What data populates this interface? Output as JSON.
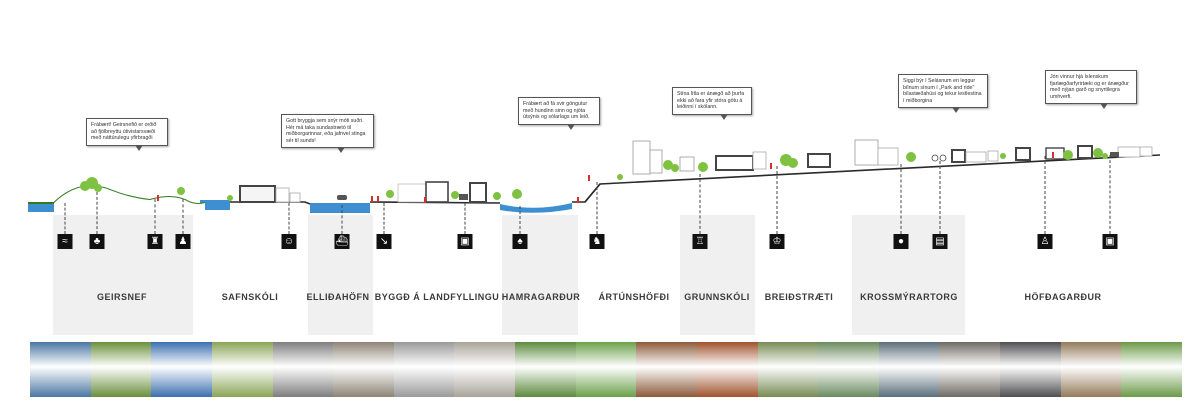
{
  "zones": [
    {
      "name": "GEIRSNEF"
    },
    {
      "name": "SAFNSKÓLI"
    },
    {
      "name": "ELLIÐAHÖFN"
    },
    {
      "name": "BYGGÐ Á  LANDFYLLINGU"
    },
    {
      "name": "HAMRAGARÐUR"
    },
    {
      "name": "ÁRTÚNSHÖFÐI"
    },
    {
      "name": "GRUNNSKÓLI"
    },
    {
      "name": "BREIÐSTRÆTI"
    },
    {
      "name": "KROSSMÝRARTORG"
    },
    {
      "name": "HÖFÐAGARÐUR"
    }
  ],
  "callouts": [
    {
      "text": "Frábært! Geirsnefið er orðið að fjölbreyttu útivistarsvæði með náttúrulegu yfirbragði"
    },
    {
      "text": "Gott bryggja sem snýr móti suðri. Hér má taka sundastrætó til miðborgarinnar, eða jafnvel stinga sér til sunds!"
    },
    {
      "text": "Frábært að fá svir göngutur með hundinn sinn og njóta útsýnis og sólarlags um leið."
    },
    {
      "text": "Stína lítla er ánægð að þurfa ekki að fara yfir stóra götu á leiðinni í skólann."
    },
    {
      "text": "Siggi býr í Selásnum en leggur bílnum sínum í „Park and ride\" bílastæðahúsi og tekur lestlestina í miðborgina"
    },
    {
      "text": "Jón vinnur hjá íslenskum fjarlægðarfyrirtæki og er ánægður með nýjan garð og snyrtilegra umhverfi."
    }
  ],
  "icons": [
    {
      "name": "swimmer-icon",
      "glyph": "≈"
    },
    {
      "name": "tree-icon",
      "glyph": "♣"
    },
    {
      "name": "skyline-icon",
      "glyph": "♜"
    },
    {
      "name": "family-icon",
      "glyph": "♟"
    },
    {
      "name": "child-play-icon",
      "glyph": "☺"
    },
    {
      "name": "ferry-icon",
      "glyph": "⛴"
    },
    {
      "name": "diver-icon",
      "glyph": "↘"
    },
    {
      "name": "bus-icon",
      "glyph": "▣"
    },
    {
      "name": "tree-bench-icon",
      "glyph": "♠"
    },
    {
      "name": "hiker-icon",
      "glyph": "♞"
    },
    {
      "name": "playground-icon",
      "glyph": "♖"
    },
    {
      "name": "market-icon",
      "glyph": "♔"
    },
    {
      "name": "park-ride-icon",
      "glyph": "●"
    },
    {
      "name": "train-icon",
      "glyph": "▤"
    },
    {
      "name": "worker-icon",
      "glyph": "♙"
    },
    {
      "name": "bus-icon-2",
      "glyph": "▣"
    }
  ],
  "colors": {
    "water": "#3d8fd1",
    "green": "#2f7a1e",
    "ground": "#2a2a2a",
    "tree": "#7fc241",
    "accent_red": "#d62d2d",
    "zone_bg": "#f0f0f0"
  },
  "photos": [
    {
      "name": "photo-waterfront",
      "color": "#4a77a3"
    },
    {
      "name": "photo-green-hills",
      "color": "#6a8f3c"
    },
    {
      "name": "photo-bridge",
      "color": "#3c6fb0"
    },
    {
      "name": "photo-grass-slope",
      "color": "#8aa457"
    },
    {
      "name": "photo-school",
      "color": "#7e7e7e"
    },
    {
      "name": "photo-harbor-people",
      "color": "#8d8476"
    },
    {
      "name": "photo-canal",
      "color": "#9a9a9a"
    },
    {
      "name": "photo-street",
      "color": "#a9a39a"
    },
    {
      "name": "photo-forest",
      "color": "#5d8a3e"
    },
    {
      "name": "photo-pond",
      "color": "#6aa04a"
    },
    {
      "name": "photo-walkers",
      "color": "#8c5a3a"
    },
    {
      "name": "photo-timber-house",
      "color": "#a0522d"
    },
    {
      "name": "photo-school-yard",
      "color": "#778b55"
    },
    {
      "name": "photo-boulevard",
      "color": "#6b8b60"
    },
    {
      "name": "photo-tram",
      "color": "#5b6f7c"
    },
    {
      "name": "photo-plaza",
      "color": "#6e6a63"
    },
    {
      "name": "photo-market-hall",
      "color": "#4f4f52"
    },
    {
      "name": "photo-square",
      "color": "#937a5b"
    },
    {
      "name": "photo-park",
      "color": "#6b9a48"
    }
  ]
}
